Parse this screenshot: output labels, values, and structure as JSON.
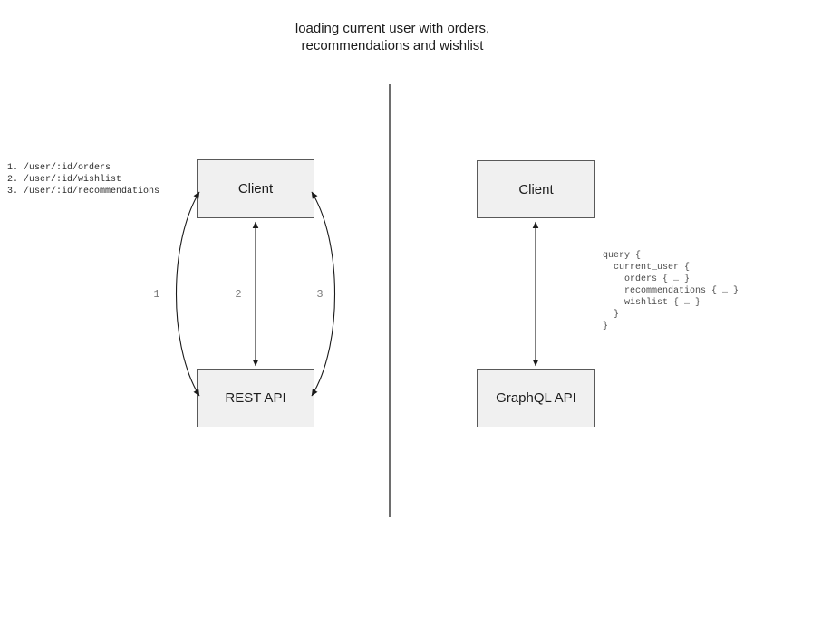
{
  "title": "loading current user with orders,\nrecommendations and wishlist",
  "left_diagram": {
    "endpoints": [
      "1. /user/:id/orders",
      "2. /user/:id/wishlist",
      "3. /user/:id/recommendations"
    ],
    "client_label": "Client",
    "api_label": "REST API",
    "arrow_labels": [
      "1",
      "2",
      "3"
    ]
  },
  "right_diagram": {
    "client_label": "Client",
    "api_label": "GraphQL API",
    "query_code": "query {\n  current_user {\n    orders { … }\n    recommendations { … }\n    wishlist { … }\n  }\n}"
  },
  "colors": {
    "node_fill": "#f0f0f0",
    "node_border": "#595959",
    "arrow": "#1a1a1a",
    "divider": "#6e6e6e",
    "code_text": "#4a4a4a",
    "label_text": "#7a7a7a"
  }
}
